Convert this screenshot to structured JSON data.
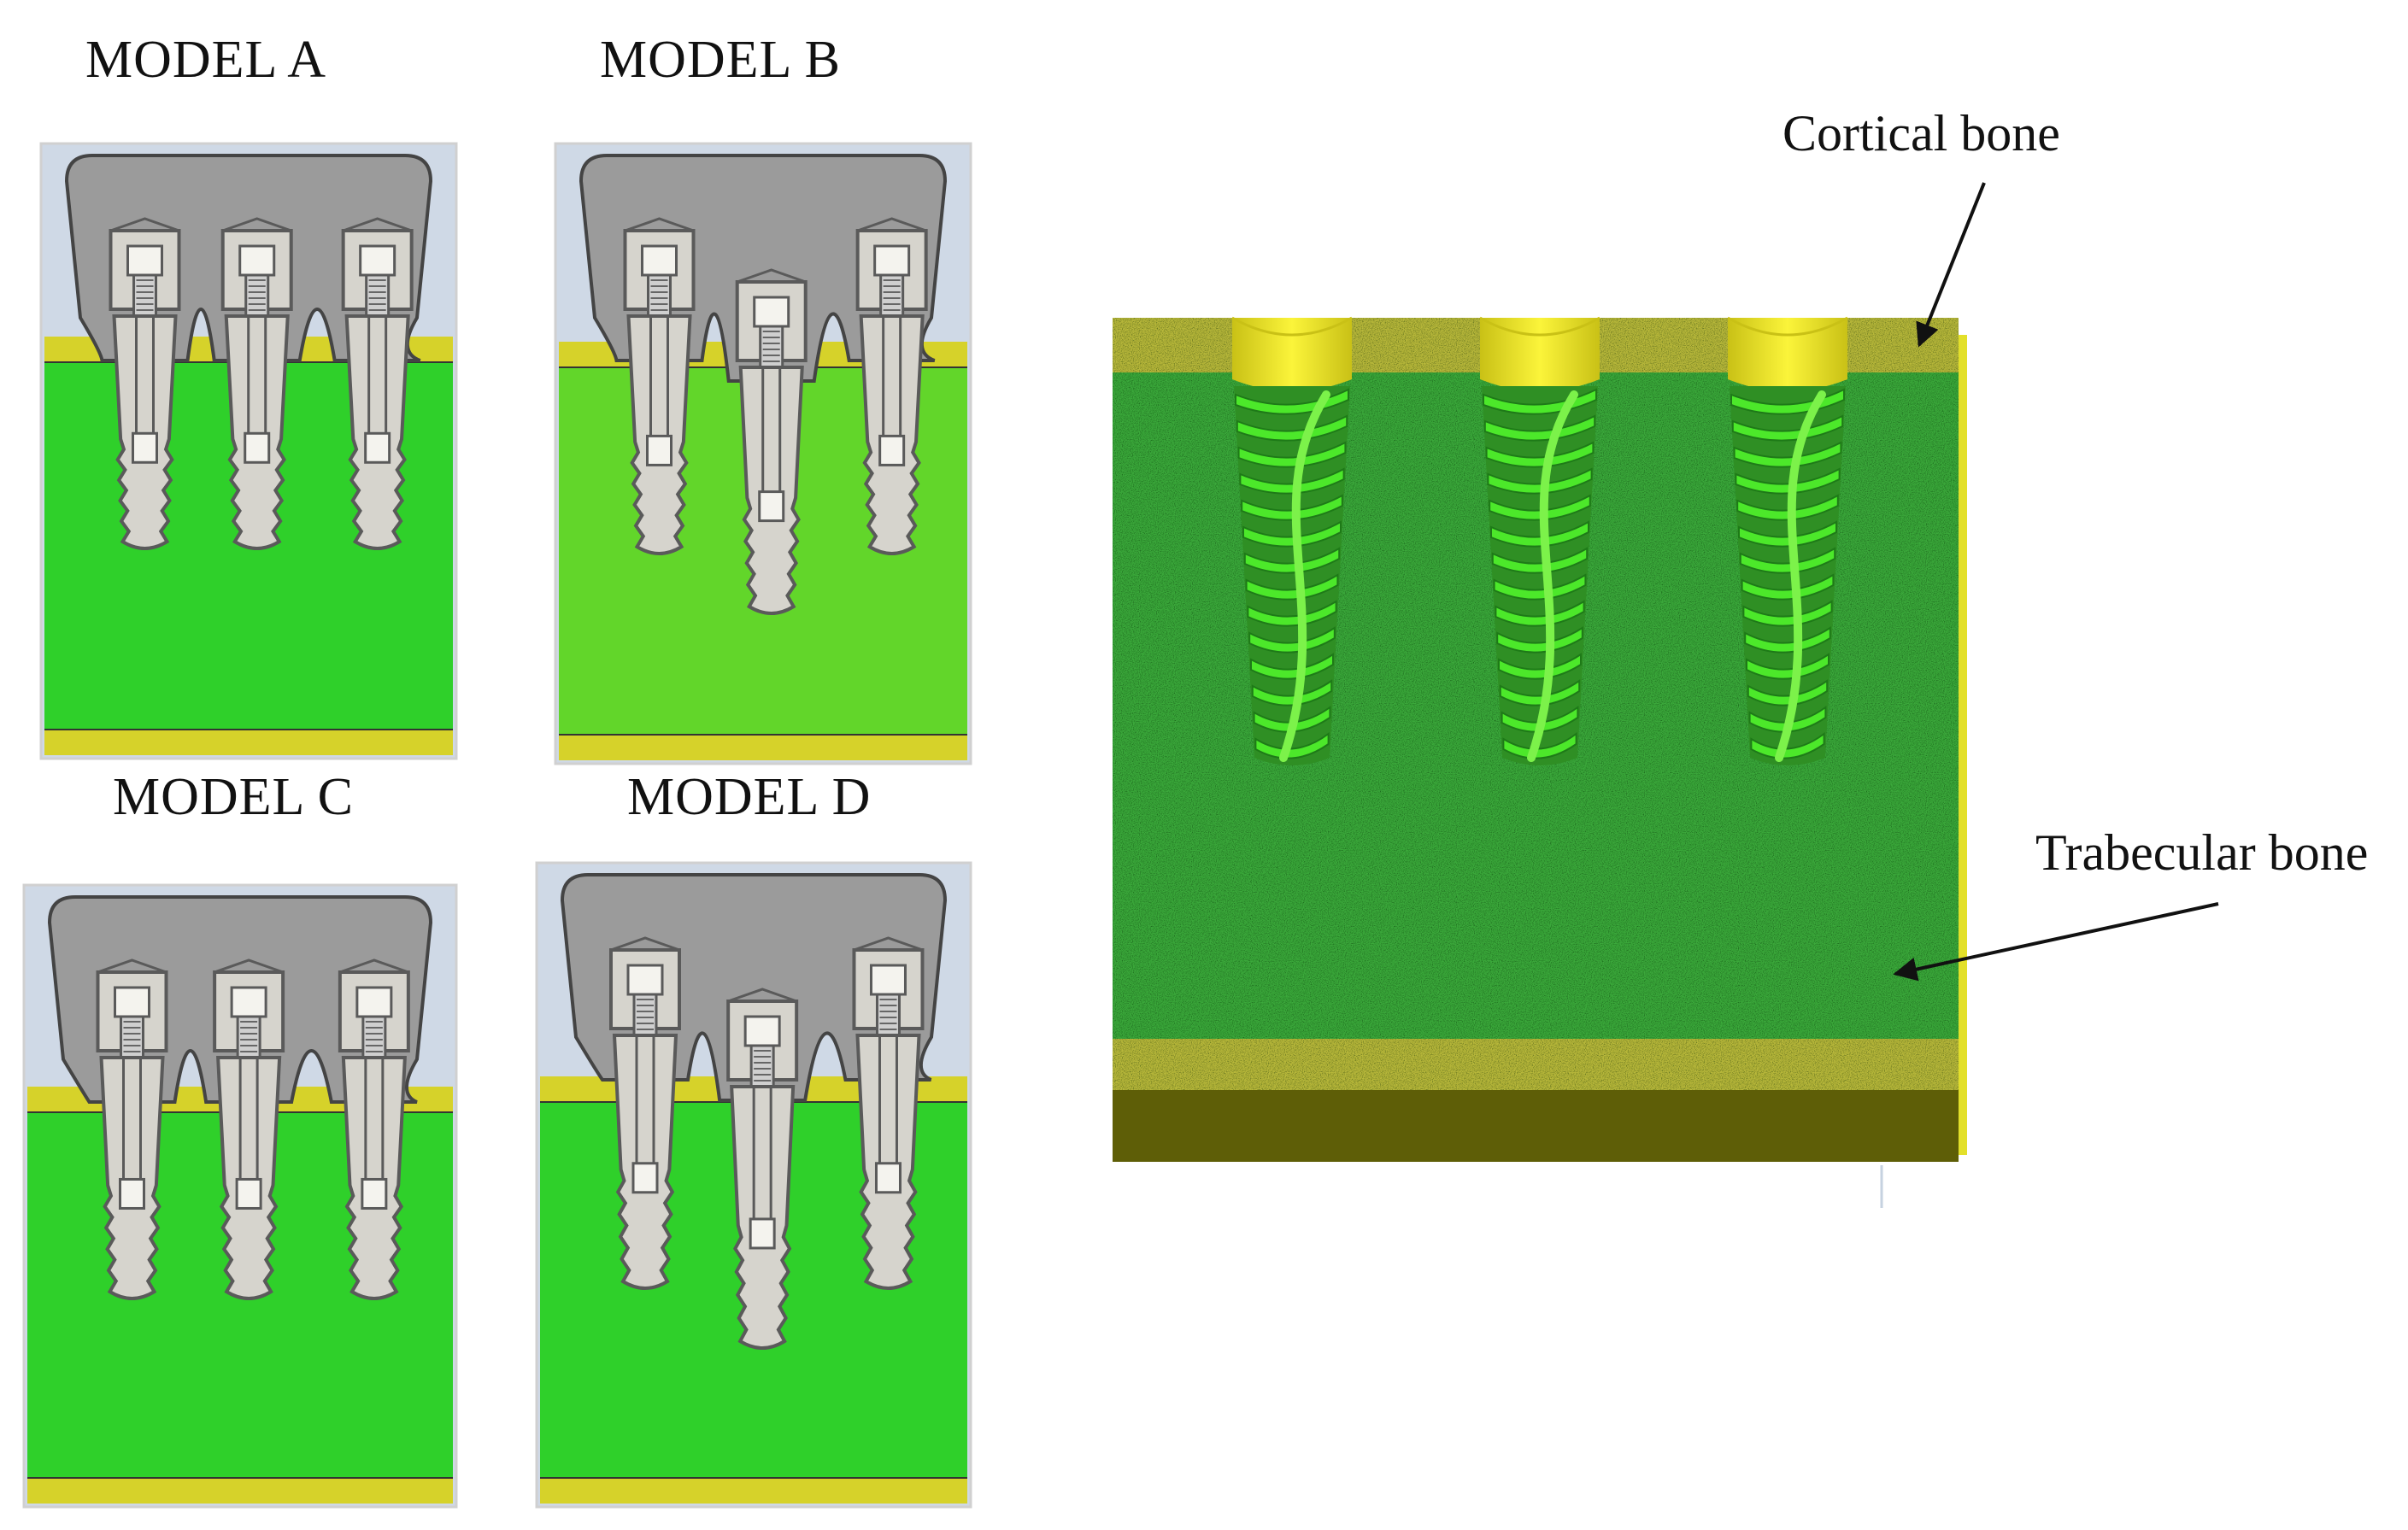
{
  "models": [
    {
      "id": "A",
      "label": "MODEL A"
    },
    {
      "id": "B",
      "label": "MODEL B"
    },
    {
      "id": "C",
      "label": "MODEL C"
    },
    {
      "id": "D",
      "label": "MODEL D"
    }
  ],
  "annotations": {
    "cortical": "Cortical bone",
    "trabecular": "Trabecular bone"
  },
  "colors": {
    "sky": "#cfd9e6",
    "frame": "#9a9a9a",
    "bone_green": "#2fd02a",
    "bone_green_b": "#62d62a",
    "cortical_yellow": "#d6d22a",
    "implant": "#d6d4cd",
    "implant_edge": "#5a5a5a",
    "bridge": "#9b9b9b",
    "block_green": "#3aa83a",
    "block_yellow": "#b8b83a",
    "block_base": "#5e5e07",
    "rim_yellow": "#f0e81c",
    "thread_green": "#4ce82a"
  }
}
